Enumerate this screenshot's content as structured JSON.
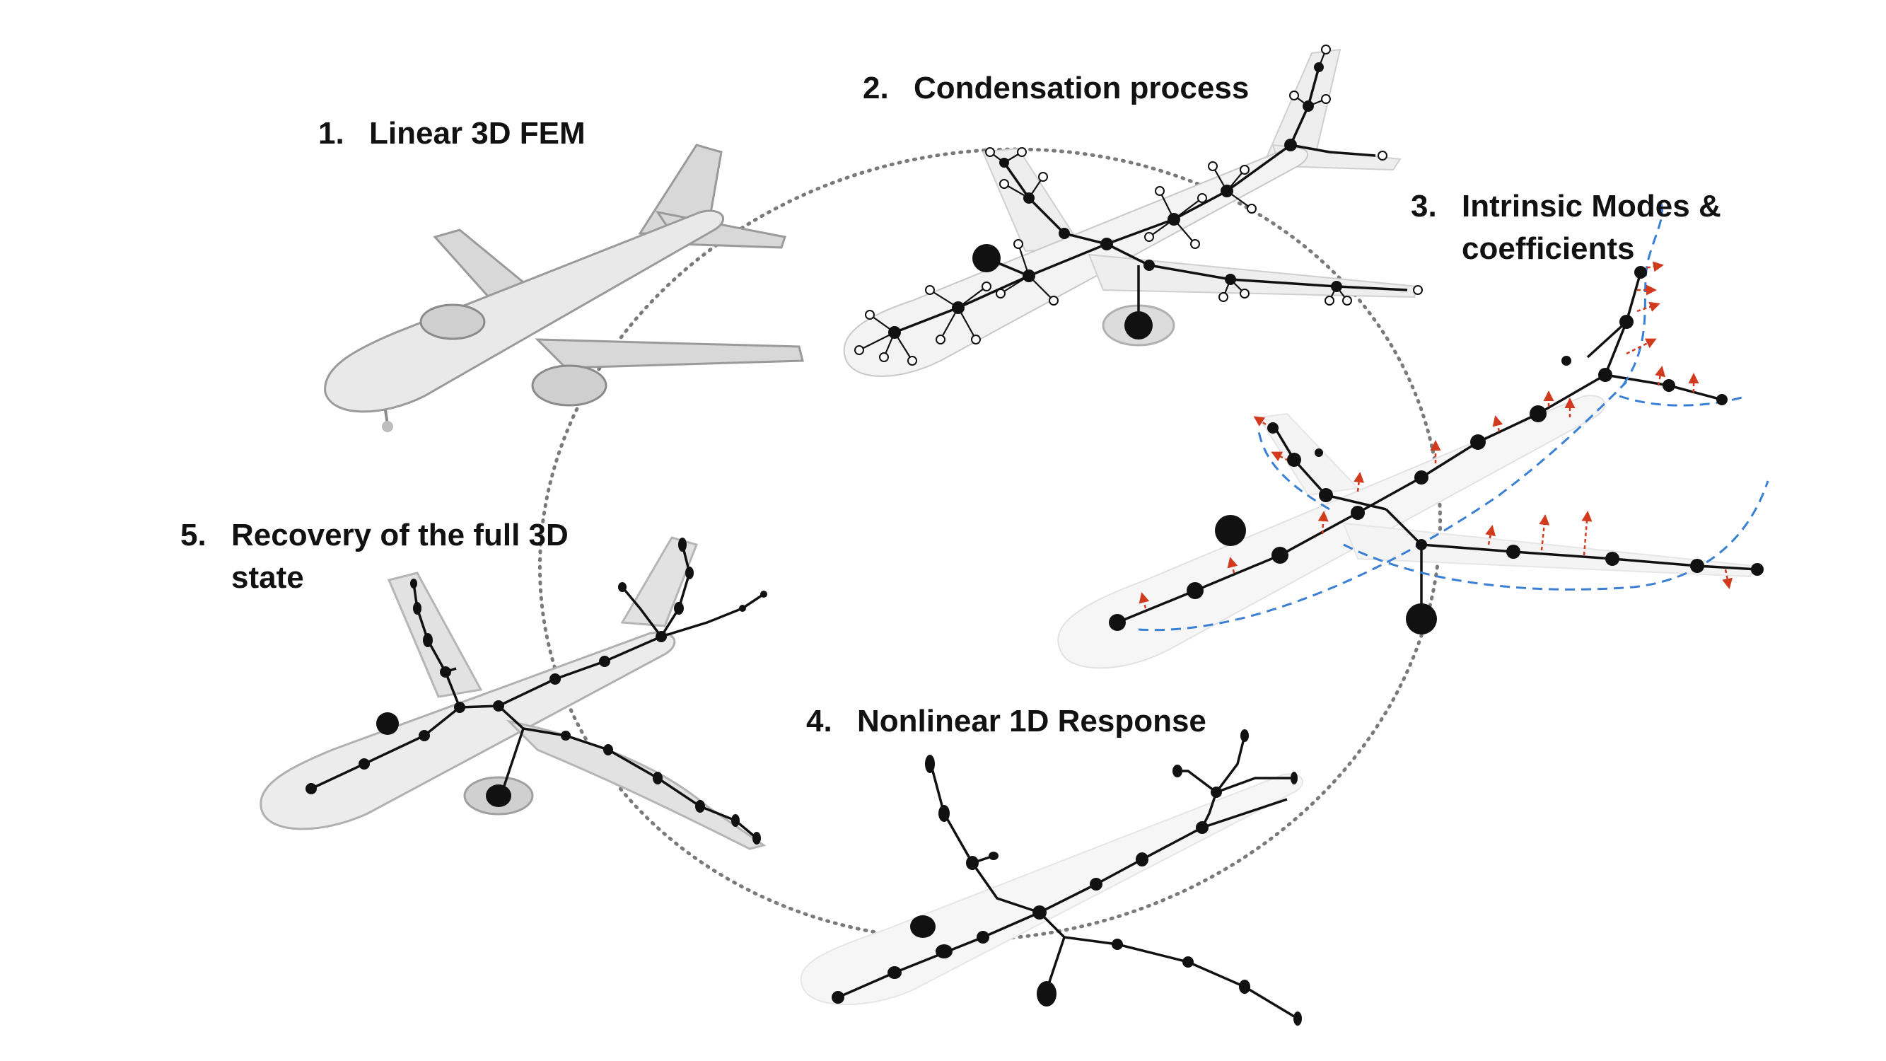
{
  "steps": [
    {
      "number": "1.",
      "title": "Linear 3D FEM"
    },
    {
      "number": "2.",
      "title": "Condensation process"
    },
    {
      "number": "3.",
      "title": "Intrinsic Modes &",
      "title_cont": "coefficients"
    },
    {
      "number": "4.",
      "title": "Nonlinear 1D Response"
    },
    {
      "number": "5.",
      "title": "Recovery of the full 3D",
      "title_cont": "state"
    }
  ],
  "colors": {
    "node": "#111111",
    "ghost": "#d8d8d8",
    "mode_shape": "#3a7fd6",
    "mode_arrow": "#d23a1e",
    "cycle_path": "#7a7a7a"
  }
}
